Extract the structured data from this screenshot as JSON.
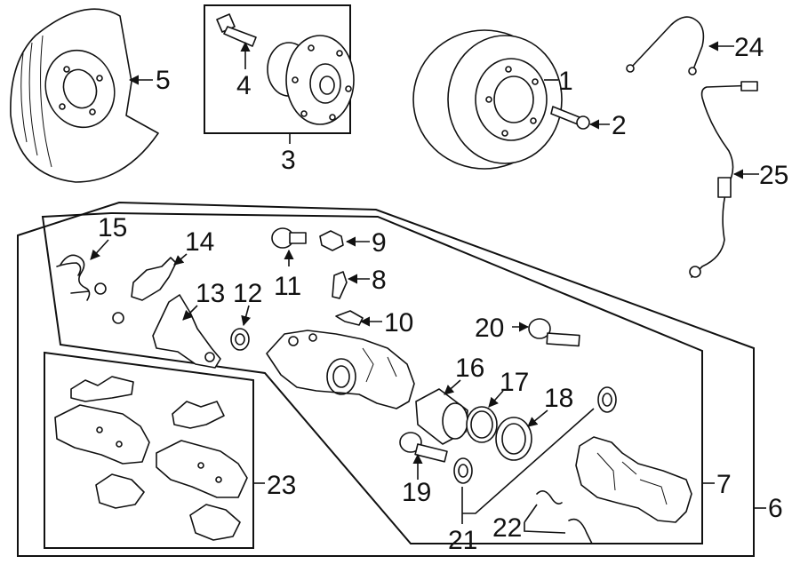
{
  "diagram": {
    "callouts": {
      "c1": "1",
      "c2": "2",
      "c3": "3",
      "c4": "4",
      "c5": "5",
      "c6": "6",
      "c7": "7",
      "c8": "8",
      "c9": "9",
      "c10": "10",
      "c11": "11",
      "c12": "12",
      "c13": "13",
      "c14": "14",
      "c15": "15",
      "c16": "16",
      "c17": "17",
      "c18": "18",
      "c19": "19",
      "c20": "20",
      "c21": "21",
      "c22": "22",
      "c23": "23",
      "c24": "24",
      "c25": "25"
    },
    "colors": {
      "line": "#111111",
      "background": "#ffffff"
    }
  }
}
